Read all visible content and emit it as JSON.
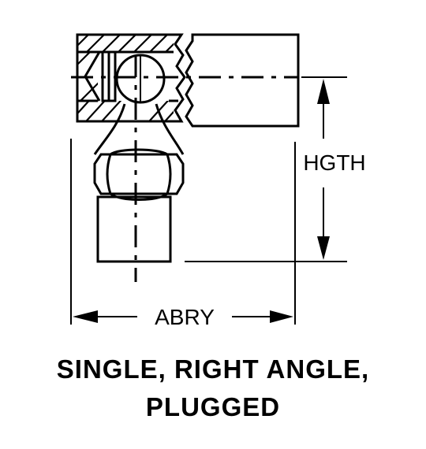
{
  "dimensions": {
    "height_label": "HGTH",
    "width_label": "ABRY"
  },
  "caption": {
    "line1": "SINGLE, RIGHT ANGLE,",
    "line2": "PLUGGED"
  }
}
